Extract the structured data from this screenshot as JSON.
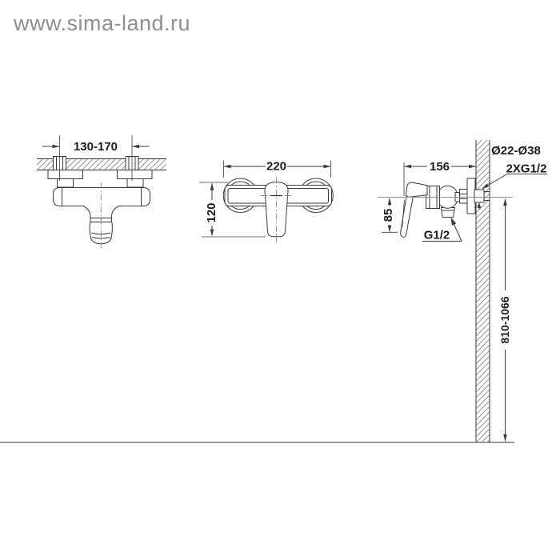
{
  "watermark": "www.sima-land.ru",
  "drawing": {
    "top_view": {
      "mount_spacing": "130-170"
    },
    "front_view": {
      "width": "220",
      "height": "120"
    },
    "side_view": {
      "depth": "156",
      "spout_drop": "85",
      "install_height": "810-1066",
      "outlet_thread": "G1/2",
      "escutcheon_diameter": "Ø22-Ø38",
      "inlet_thread": "2XG1/2"
    }
  },
  "colors": {
    "line": "#3a3a3a",
    "thin_line": "#8c8c8c",
    "hatch": "#8a8a8a",
    "text": "#1c1c1c",
    "watermark": "#8f8f8f",
    "floor_line": "#777777",
    "background": "#ffffff"
  }
}
